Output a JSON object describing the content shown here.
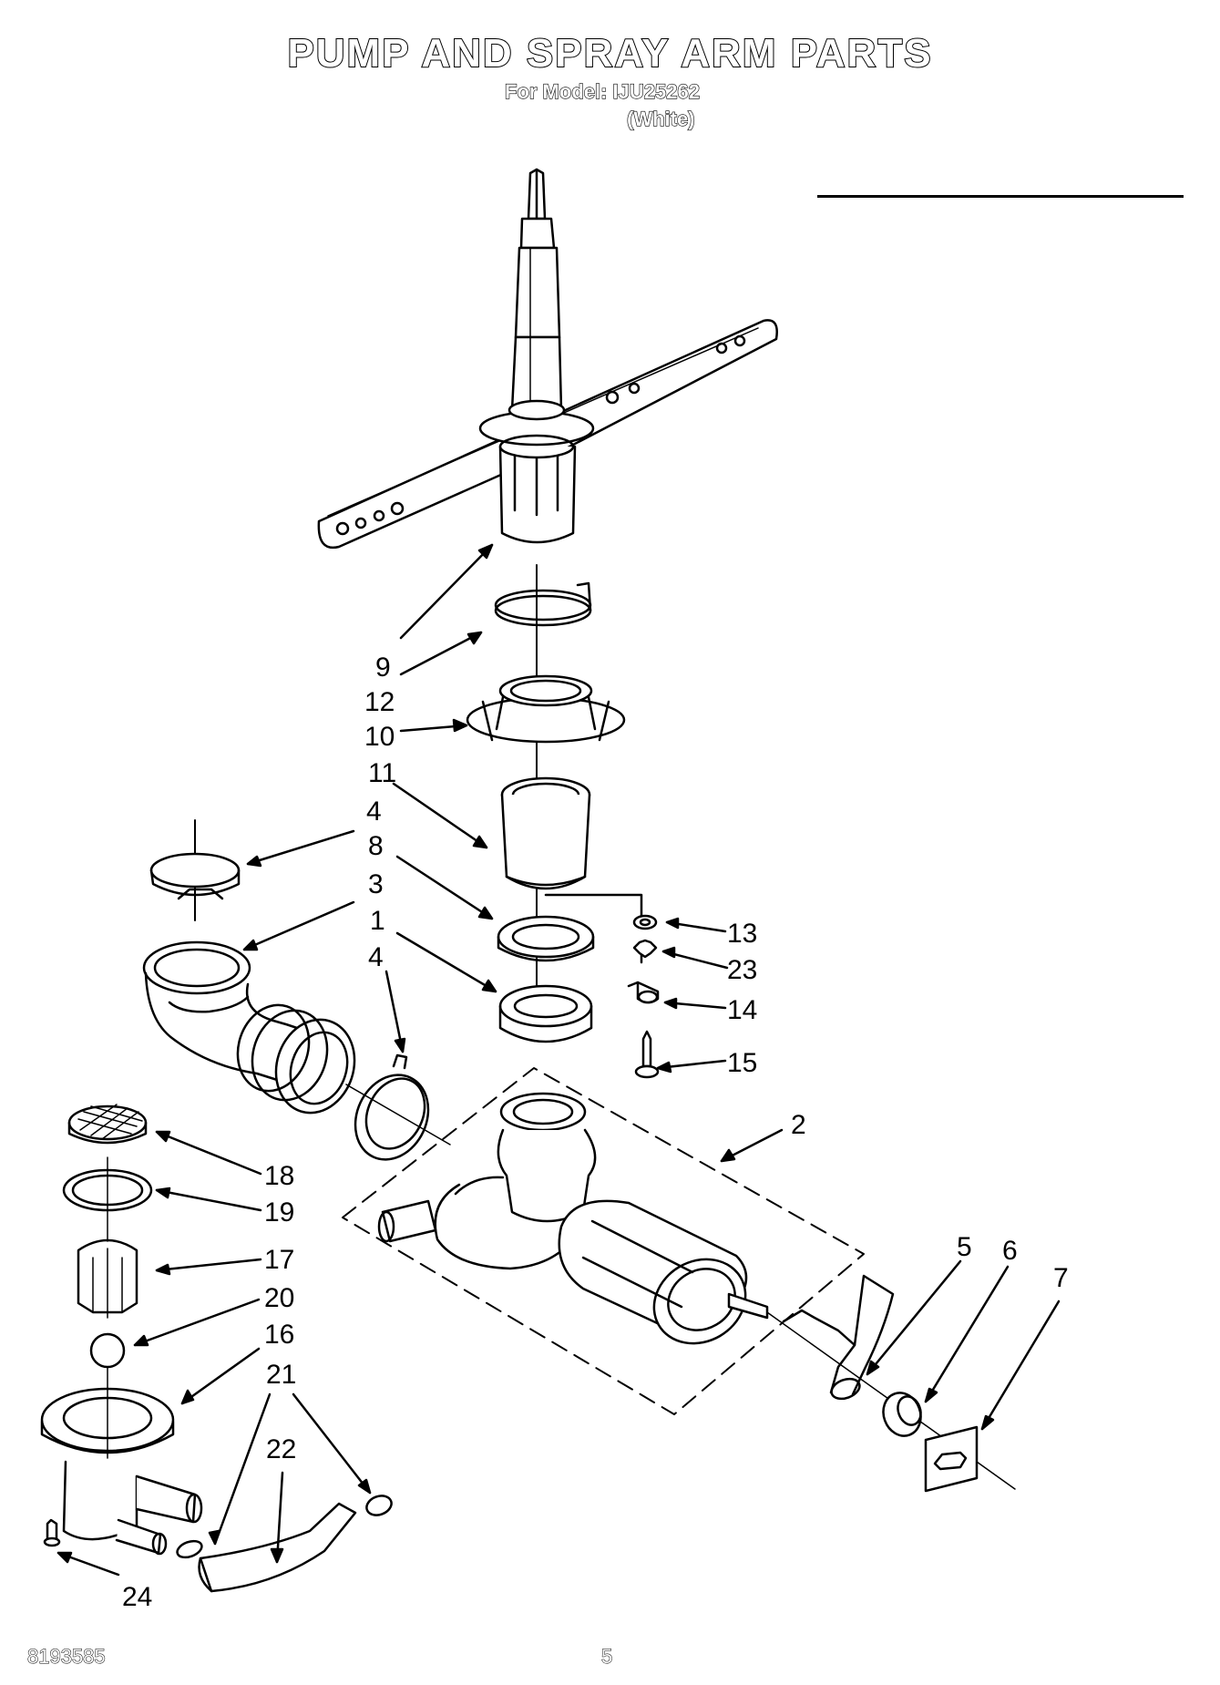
{
  "header": {
    "title": "PUMP AND SPRAY ARM PARTS",
    "model_line": "For Model: IJU25262",
    "color_line": "(White)"
  },
  "callouts": [
    "9",
    "12",
    "10",
    "11",
    "4",
    "8",
    "3",
    "1",
    "4",
    "13",
    "23",
    "14",
    "15",
    "2",
    "18",
    "19",
    "17",
    "20",
    "16",
    "21",
    "22",
    "5",
    "6",
    "7",
    "24"
  ],
  "footer": {
    "doc_number": "8193585",
    "page_number": "5"
  }
}
